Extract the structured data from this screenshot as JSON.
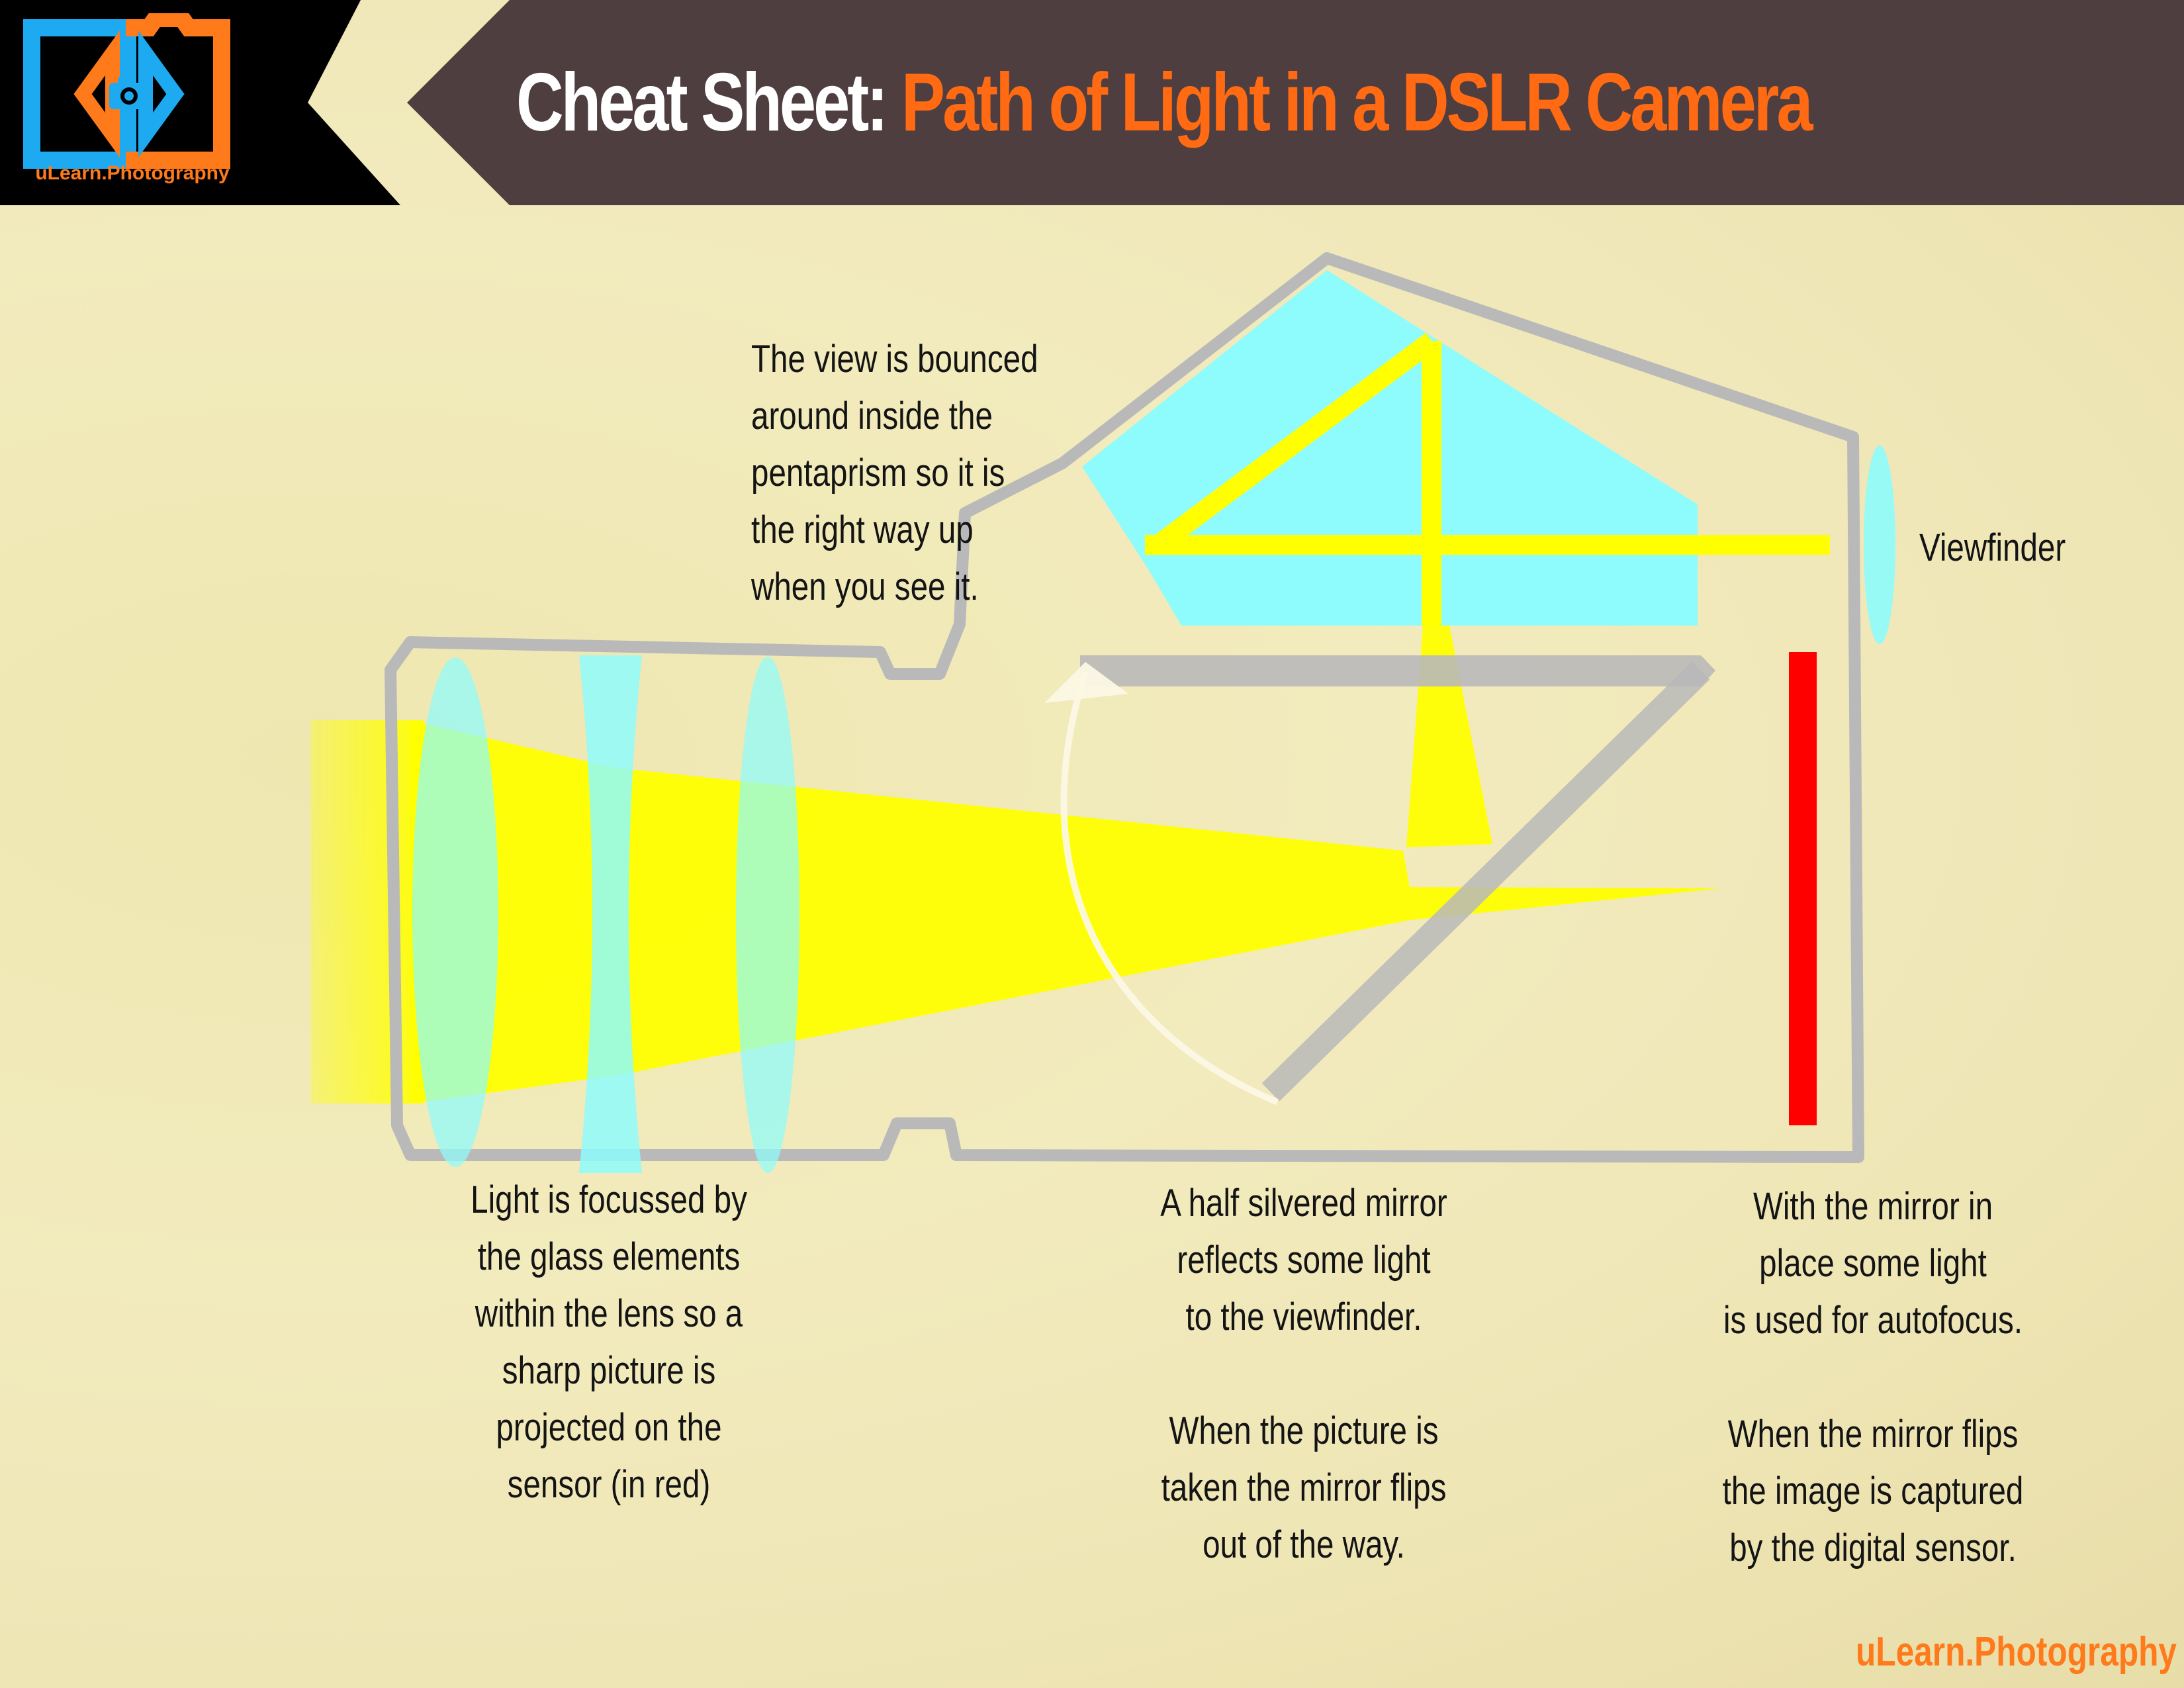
{
  "header": {
    "logo_text": "uLearn.Photography",
    "title_prefix": "Cheat Sheet:",
    "title_subject": "Path of Light in a DSLR Camera"
  },
  "labels": {
    "pentaprism": "The view is bounced\naround inside the\npentaprism so it is\nthe right way up\nwhen you see it.",
    "viewfinder": "Viewfinder",
    "lens": "Light is focussed by\nthe glass elements\nwithin the lens so a\nsharp picture is\nprojected on the\nsensor (in red)",
    "mirror": "A half silvered mirror\nreflects some light\nto the viewfinder.\n\nWhen the picture is\ntaken the mirror flips\nout of the way.",
    "sensor": "With the mirror in\nplace some light\nis used for autofocus.\n\nWhen the mirror flips\nthe image is captured\nby the digital sensor."
  },
  "footer": {
    "brand": "uLearn.Photography"
  },
  "colors": {
    "header_bar": "#4e3e40",
    "logo_panel": "#000000",
    "title_white": "#ffffff",
    "title_orange": "#ff6a13",
    "brand_orange": "#ff7a1a",
    "logo_blue": "#1eaaf1",
    "light_beam": "#ffff00",
    "glass_cyan": "#8efcfc",
    "camera_outline": "#b9b9b9",
    "sensor_red": "#ff0000",
    "background": "#f1e9b6"
  }
}
